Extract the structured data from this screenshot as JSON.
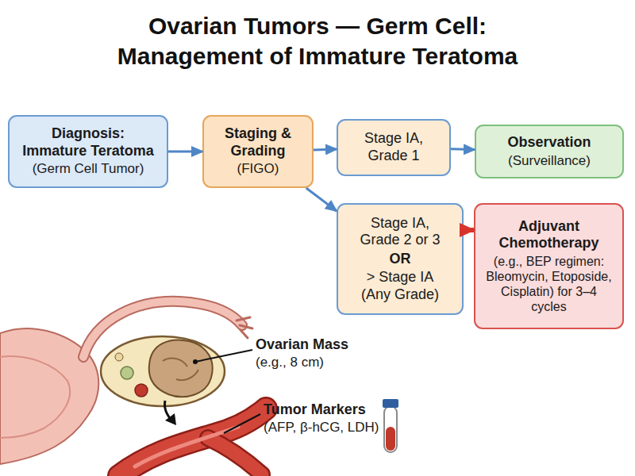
{
  "diagram": {
    "title": "Ovarian Tumors — Germ Cell: Management of Immature Teratoma",
    "nodes": [
      {
        "text": [
          "Diagnosis: Immature Teratoma",
          "(Germ Cell Tumor)"
        ]
      },
      {
        "text": [
          "Staging & Grading",
          "(FIGO)"
        ]
      },
      {
        "text": [
          "Stage IA, Grade 1"
        ]
      },
      {
        "text": [
          "Observation",
          "(Surveillance)"
        ]
      },
      {
        "text": [
          "Stage IA, Grade 2 or 3",
          "OR",
          "> Stage IA (Any Grade)"
        ]
      },
      {
        "text": [
          "Adjuvant Chemotherapy",
          "(e.g., BEP regimen: Bleomycin, Etoposide, Cisplatin) for 3–4 cycles"
        ]
      }
    ],
    "edges": [
      {
        "from": 0,
        "to": 1,
        "arrow": "to"
      },
      {
        "from": 1,
        "to": 2,
        "arrow": "to"
      },
      {
        "from": 2,
        "to": 3,
        "arrow": "to"
      },
      {
        "from": 1,
        "to": 4,
        "arrow": "to"
      },
      {
        "from": 4,
        "to": 5,
        "arrow": "to"
      }
    ],
    "labels": [
      "Ovarian Mass",
      "(e.g., 8 cm)",
      "Tumor Markers",
      "(AFP, β-hCG, LDH)"
    ]
  }
}
